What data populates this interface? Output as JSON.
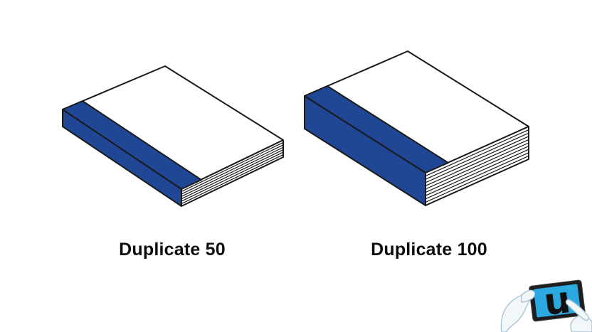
{
  "figures": [
    {
      "id": "duplicate-50",
      "label": "Duplicate 50",
      "sheets": 50
    },
    {
      "id": "duplicate-100",
      "label": "Duplicate 100",
      "sheets": 100
    }
  ],
  "logo": {
    "letter": "u"
  },
  "colors": {
    "binding_blue": "#1F4796",
    "outline": "#1a1a1a",
    "paper_white": "#ffffff",
    "screen_cyan": "#2BA9E0",
    "label_text": "#0d0d0d"
  }
}
